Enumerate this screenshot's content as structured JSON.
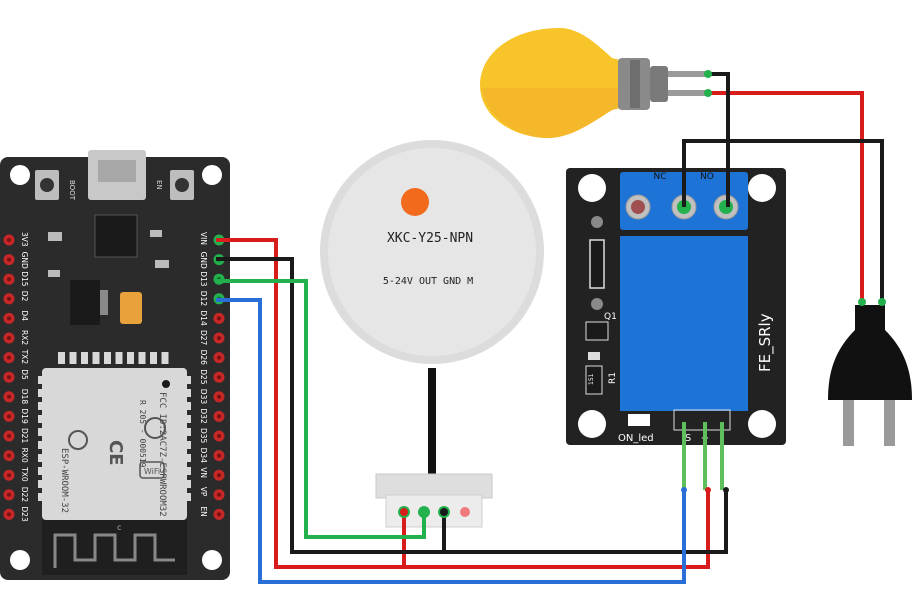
{
  "esp32": {
    "boot_label": "BOOT",
    "en_label": "EN",
    "module_text_1": "FCC ID:2AC7Z-ESPWROOM32",
    "module_text_2": "R 205 - 000519",
    "module_text_3": "ESP-WROOM-32",
    "module_badge": "WiFi",
    "module_mark": "CE",
    "module_antenna_mark": "c",
    "left_pins": [
      "3V3",
      "GND",
      "D15",
      "D2",
      "D4",
      "RX2",
      "TX2",
      "D5",
      "D18",
      "D19",
      "D21",
      "RX0",
      "TX0",
      "D22",
      "D23"
    ],
    "right_pins": [
      "VIN",
      "GND",
      "D13",
      "D12",
      "D14",
      "D27",
      "D26",
      "D25",
      "D33",
      "D32",
      "D35",
      "D34",
      "VN",
      "VP",
      "EN"
    ]
  },
  "sensor": {
    "model": "XKC-Y25-NPN",
    "pinout": "5-24V OUT GND  M"
  },
  "relay": {
    "nc_label": "NC",
    "no_label": "NO",
    "name": "FE_SRly",
    "q_label": "Q1",
    "r_label": "R1",
    "r_value": "151",
    "led_label": "ON_led",
    "pin_labels": [
      "S",
      "+",
      "-"
    ]
  },
  "colors": {
    "red_wire": "#d81b1b",
    "black_wire": "#1a1a1a",
    "green_wire": "#22b14c",
    "blue_wire": "#2a6fd6",
    "esp_board": "#2b2b2b",
    "relay_board": "#222222",
    "relay_block": "#1e74d6",
    "bulb": "#f7c52a",
    "sensor_body": "#dcdcdc",
    "sensor_dot": "#f26b1d"
  }
}
